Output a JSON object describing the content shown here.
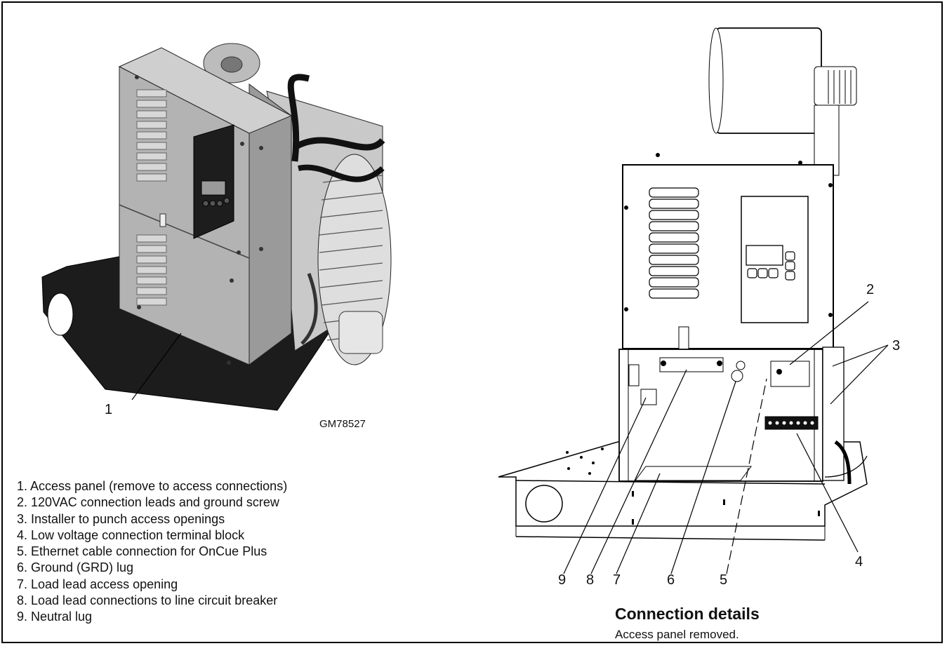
{
  "figure_code": "GM78527",
  "left_view": {
    "callout": "1"
  },
  "right_view": {
    "callouts": {
      "c2": "2",
      "c3": "3",
      "c4": "4",
      "c5": "5",
      "c6": "6",
      "c7": "7",
      "c8": "8",
      "c9": "9"
    }
  },
  "legend": [
    "1. Access panel (remove to access connections)",
    "2. 120VAC connection leads and ground screw",
    "3. Installer to punch access openings",
    "4. Low voltage connection terminal block",
    "5. Ethernet cable connection for OnCue Plus",
    "6. Ground (GRD) lug",
    "7. Load lead access opening",
    "8. Load lead connections to line circuit breaker",
    "9. Neutral lug"
  ],
  "caption": {
    "title": "Connection details",
    "subtitle": "Access panel removed."
  }
}
